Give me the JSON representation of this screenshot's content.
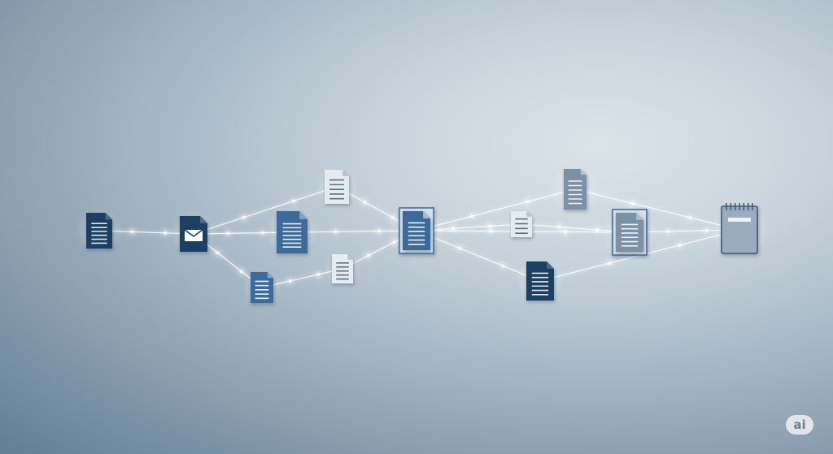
{
  "badge": {
    "text": "ai"
  },
  "colors": {
    "doc_dark": "#1f3f63",
    "doc_mid": "#3a6b9b",
    "doc_light": "#e6ebef",
    "doc_gray": "#7b91a5",
    "connector": "#ffffff"
  },
  "nodes": [
    {
      "id": "n1",
      "icon": "document-dark-icon"
    },
    {
      "id": "n2",
      "icon": "email-document-icon"
    },
    {
      "id": "n3",
      "icon": "document-light-icon"
    },
    {
      "id": "n4",
      "icon": "document-mid-icon"
    },
    {
      "id": "n5",
      "icon": "document-mid-icon"
    },
    {
      "id": "n6",
      "icon": "document-light-icon"
    },
    {
      "id": "n7",
      "icon": "document-framed-icon"
    },
    {
      "id": "n8",
      "icon": "document-gray-icon"
    },
    {
      "id": "n9",
      "icon": "document-light-icon"
    },
    {
      "id": "n10",
      "icon": "document-dark-icon"
    },
    {
      "id": "n11",
      "icon": "document-framed-icon"
    },
    {
      "id": "n12",
      "icon": "notepad-icon"
    }
  ],
  "edges": [
    [
      "n1",
      "n2"
    ],
    [
      "n2",
      "n3"
    ],
    [
      "n2",
      "n4"
    ],
    [
      "n2",
      "n5"
    ],
    [
      "n3",
      "n7"
    ],
    [
      "n4",
      "n7"
    ],
    [
      "n5",
      "n6"
    ],
    [
      "n6",
      "n7"
    ],
    [
      "n7",
      "n8"
    ],
    [
      "n7",
      "n9"
    ],
    [
      "n7",
      "n10"
    ],
    [
      "n7",
      "n11"
    ],
    [
      "n8",
      "n12"
    ],
    [
      "n9",
      "n11"
    ],
    [
      "n11",
      "n12"
    ],
    [
      "n10",
      "n12"
    ]
  ]
}
